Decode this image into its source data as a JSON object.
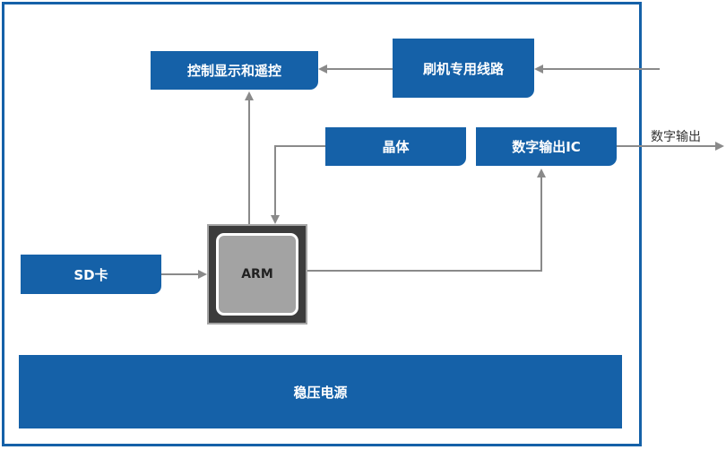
{
  "blocks": {
    "control": "控制显示和遥控",
    "flash": "刷机专用线路",
    "crystal": "晶体",
    "digital_ic": "数字输出IC",
    "sd": "SD卡",
    "arm": "ARM",
    "power": "稳压电源"
  },
  "output_label": "数字输出",
  "colors": {
    "block": "#1561a8",
    "arrow": "#8a8a8a",
    "chip_bg": "#3c3c3c",
    "chip_core": "#a3a3a3"
  }
}
